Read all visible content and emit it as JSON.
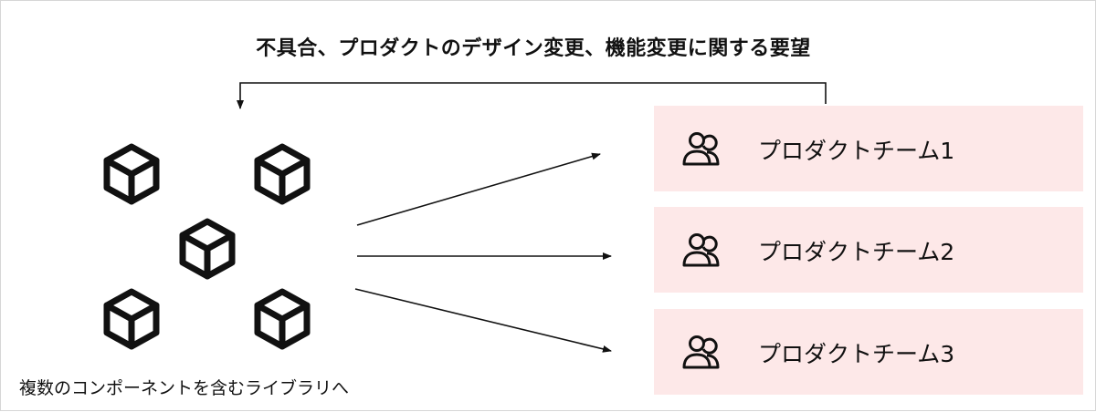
{
  "feedback_label": "不具合、プロダクトのデザイン変更、機能変更に関する要望",
  "library_label": "複数のコンポーネントを含むライブラリへ",
  "teams": [
    {
      "label": "プロダクトチーム1"
    },
    {
      "label": "プロダクトチーム2"
    },
    {
      "label": "プロダクトチーム3"
    }
  ],
  "icons": {
    "component": "cube-icon",
    "team": "users-icon"
  },
  "colors": {
    "team_box": "#fde8e8",
    "stroke": "#111111"
  }
}
